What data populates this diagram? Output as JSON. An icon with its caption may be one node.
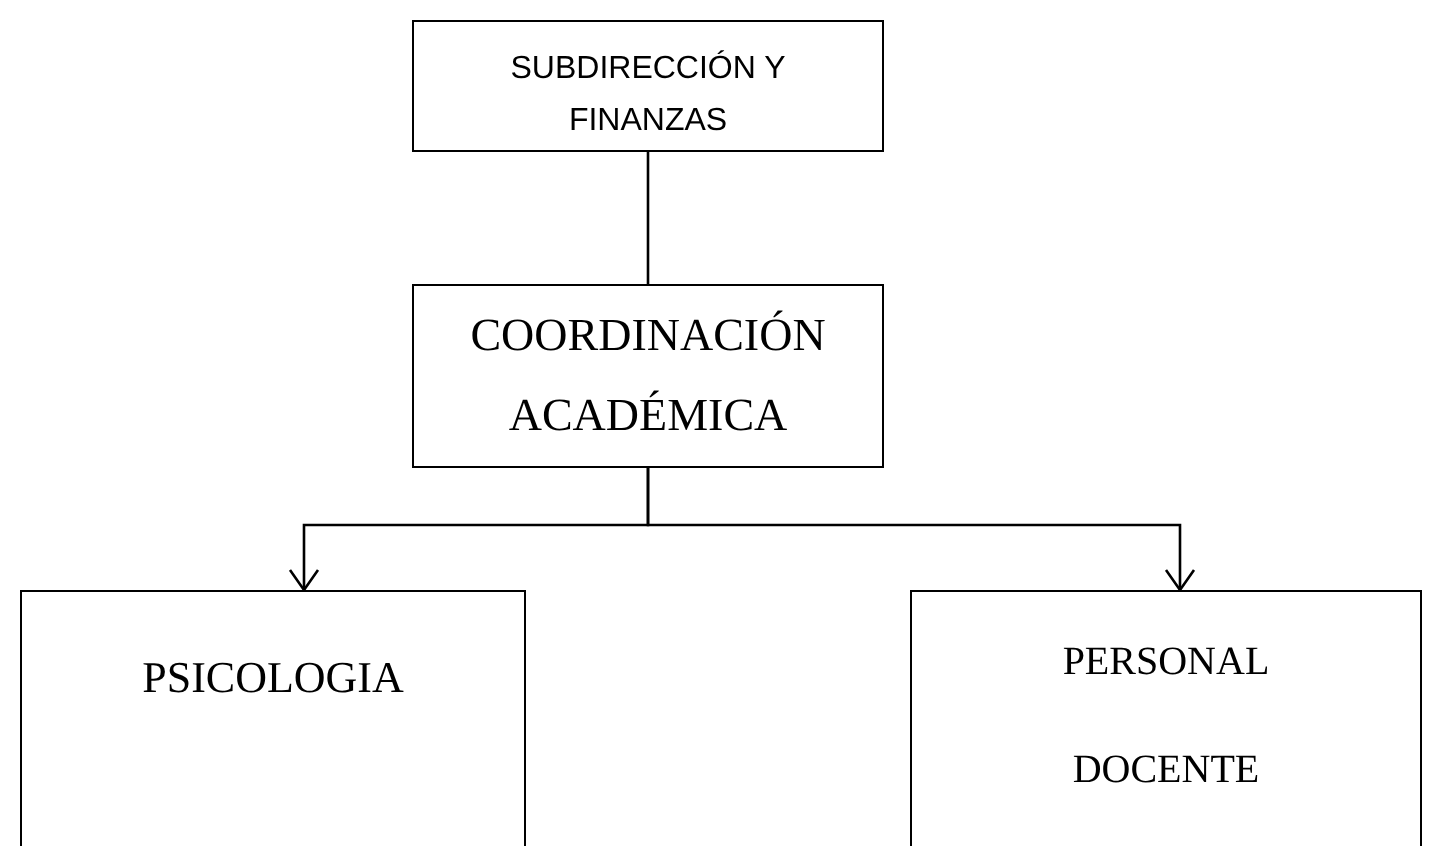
{
  "diagram": {
    "nodes": [
      {
        "text": [
          "SUBDIRECCIÓN Y FINANZAS"
        ]
      },
      {
        "text": [
          "COORDINACIÓN ACADÉMICA"
        ]
      },
      {
        "text": [
          "PSICOLOGIA"
        ]
      },
      {
        "text": [
          "PERSONAL DOCENTE"
        ]
      }
    ],
    "edges": [
      {
        "from": 0,
        "to": 1,
        "arrow": "none"
      },
      {
        "from": 1,
        "to": 2,
        "arrow": "to"
      },
      {
        "from": 1,
        "to": 3,
        "arrow": "to"
      }
    ]
  }
}
